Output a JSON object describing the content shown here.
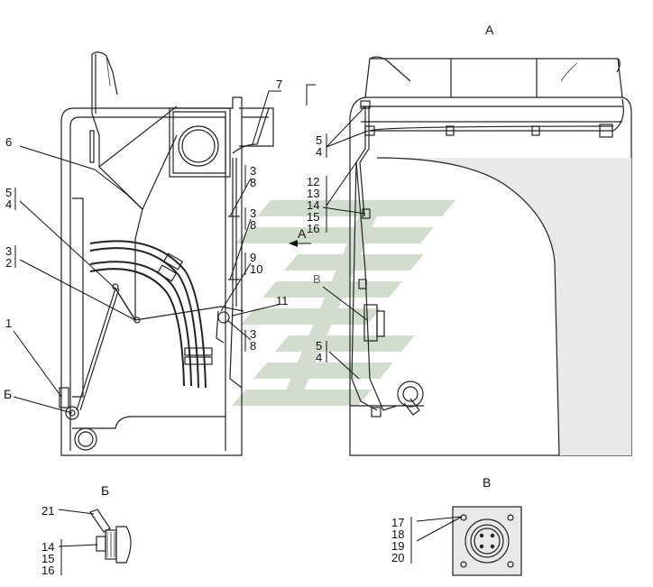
{
  "colors": {
    "line": "#222222",
    "watermark": "#b9c9b3",
    "panel": "#e9e9e9",
    "label": "#111111"
  },
  "view_labels": {
    "A_top": "А",
    "A_arrow": "А",
    "B_detail": "Б",
    "B_callout": "Б",
    "V_detail": "В",
    "V_callout": "В"
  },
  "callouts": {
    "c7": "7",
    "c6": "6",
    "c5a": "5",
    "c4a": "4",
    "c3a": "3",
    "c2a": "2",
    "c1": "1",
    "c3b": "3",
    "c8b": "8",
    "c3c": "3",
    "c8c": "8",
    "c9": "9",
    "c10": "10",
    "c11": "11",
    "c3d": "3",
    "c8d": "8",
    "c5r": "5",
    "c4r": "4",
    "c12": "12",
    "c13": "13",
    "c14": "14",
    "c15": "15",
    "c16": "16",
    "c5s": "5",
    "c4s": "4",
    "c21": "21",
    "c14b": "14",
    "c15b": "15",
    "c16b": "16",
    "c17": "17",
    "c18": "18",
    "c19": "19",
    "c20": "20"
  }
}
